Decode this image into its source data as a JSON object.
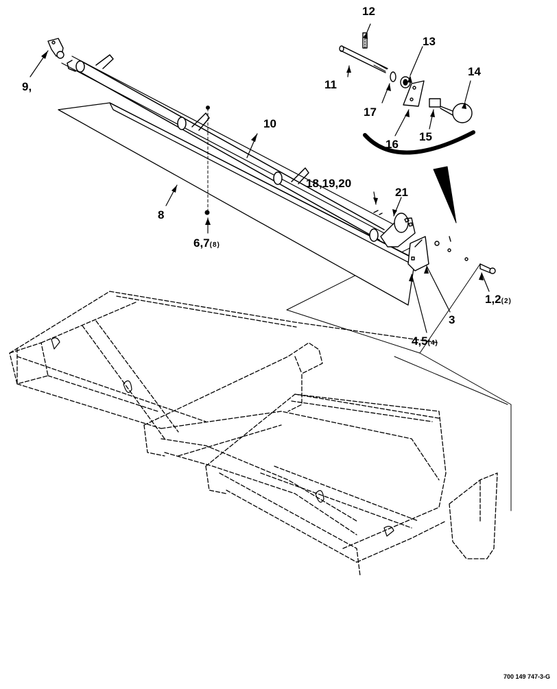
{
  "callouts": {
    "c1": "1,2",
    "c1_qty": "(2)",
    "c3": "3",
    "c4": "4,5",
    "c4_qty": "(4)",
    "c6": "6,7",
    "c6_qty": "(8)",
    "c8": "8",
    "c9": "9,",
    "c10": "10",
    "c11": "11",
    "c12": "12",
    "c13": "13",
    "c14": "14",
    "c15": "15",
    "c16": "16",
    "c17": "17",
    "c18": "18,19,20",
    "c21": "21"
  },
  "drawing_number": "700 149 747-3-G"
}
